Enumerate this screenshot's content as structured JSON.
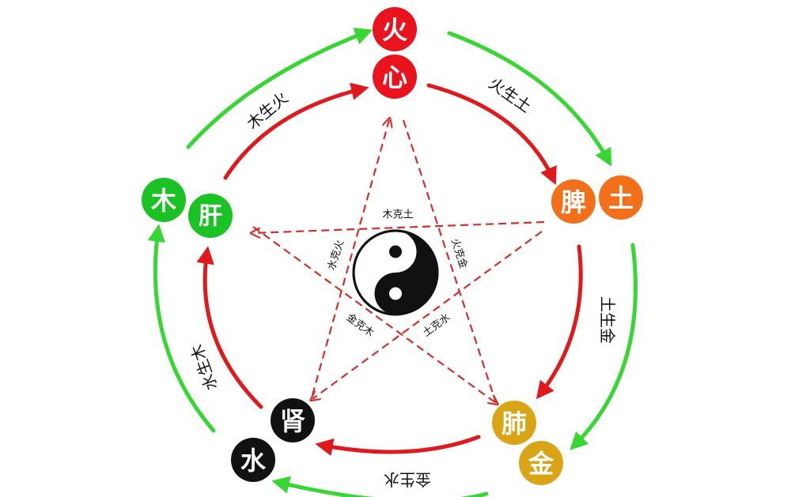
{
  "colors": {
    "fire": "#e8131d",
    "earth": "#f2701a",
    "metal": "#d9a516",
    "water": "#111111",
    "wood": "#1bc223",
    "green_arrow": "#37d633",
    "red_arrow": "#e0191c",
    "star_line": "#d42e2a",
    "text": "#111111"
  },
  "nodes": {
    "fire": "火",
    "heart": "心",
    "earth": "土",
    "spleen": "脾",
    "metal": "金",
    "lung": "肺",
    "water": "水",
    "kidney": "肾",
    "wood": "木",
    "liver": "肝"
  },
  "generating_labels": {
    "wood_fire": "木生火",
    "fire_earth": "火生土",
    "earth_metal": "土生金",
    "metal_water": "金生水",
    "water_wood": "水生木"
  },
  "controlling_labels": {
    "wood_earth": "木克土",
    "water_fire": "水克火",
    "fire_metal": "火克金",
    "metal_wood": "金克木",
    "earth_water": "土克水"
  },
  "center_icon": "yin-yang-icon"
}
